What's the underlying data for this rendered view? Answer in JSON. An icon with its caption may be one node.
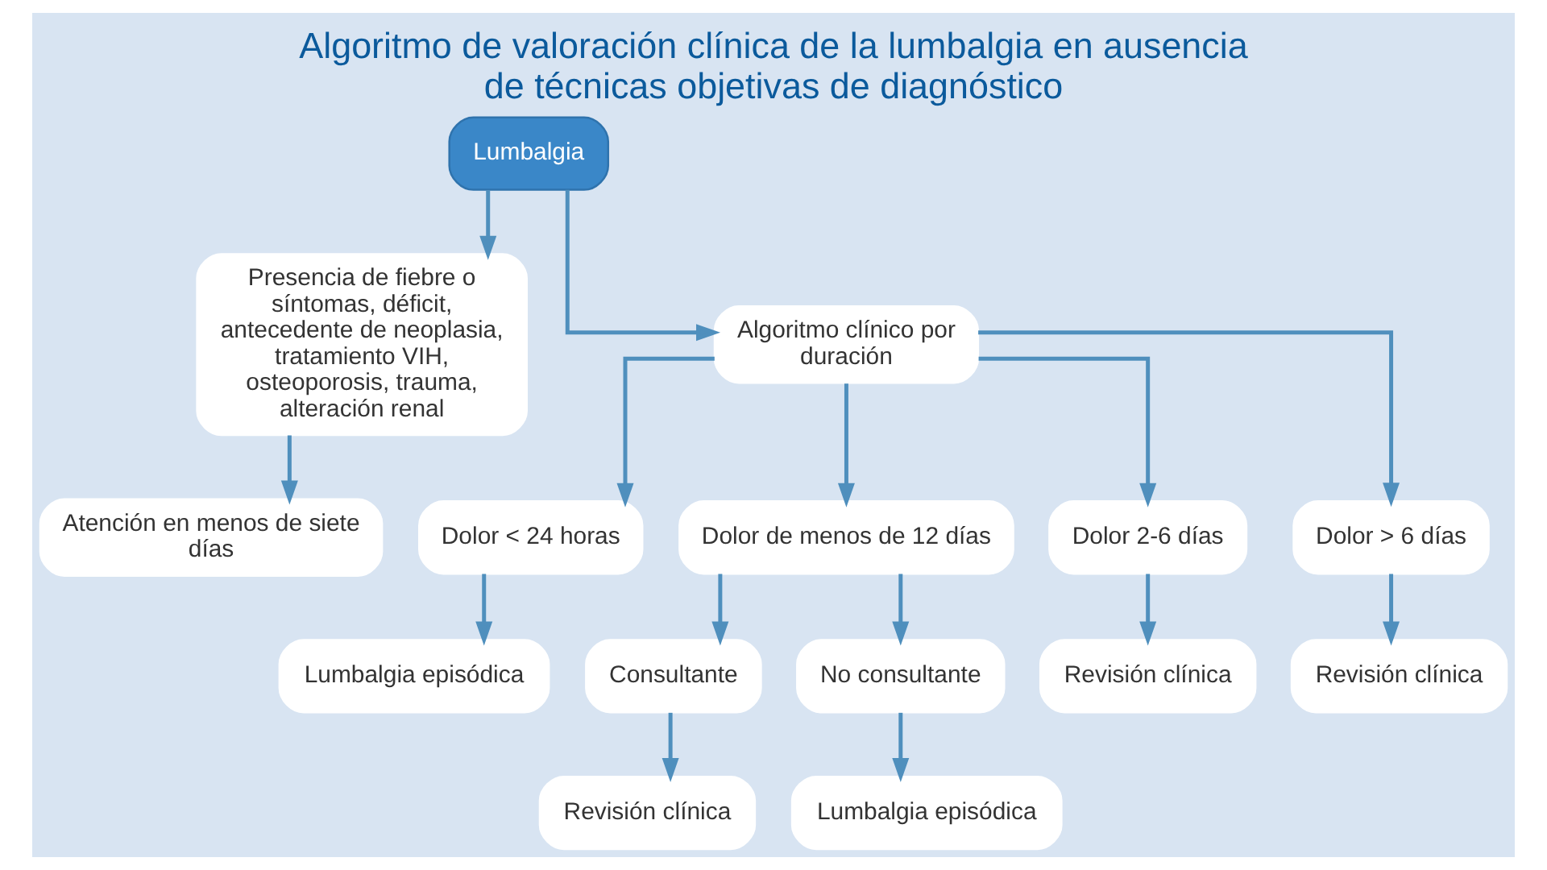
{
  "diagram": {
    "title": "Algoritmo de valoración clínica de la lumbalgia en ausencia de técnicas objetivas de diagnóstico",
    "nodes": [
      {
        "text": [
          "Lumbalgia"
        ]
      },
      {
        "text": [
          "Presencia de fiebre o síntomas, déficit, antecedente de neoplasia, tratamiento VIH, osteoporosis, trauma, alteración renal"
        ]
      },
      {
        "text": [
          "Algoritmo clínico por duración"
        ]
      },
      {
        "text": [
          "Atención en menos de siete días"
        ]
      },
      {
        "text": [
          "Dolor < 24 horas"
        ]
      },
      {
        "text": [
          "Dolor de menos de 12 días"
        ]
      },
      {
        "text": [
          "Dolor 2-6 días"
        ]
      },
      {
        "text": [
          "Dolor > 6 días"
        ]
      },
      {
        "text": [
          "Lumbalgia episódica"
        ]
      },
      {
        "text": [
          "Consultante"
        ]
      },
      {
        "text": [
          "No consultante"
        ]
      },
      {
        "text": [
          "Revisión clínica"
        ]
      },
      {
        "text": [
          "Revisión clínica"
        ]
      },
      {
        "text": [
          "Revisión clínica"
        ]
      },
      {
        "text": [
          "Lumbalgia episódica"
        ]
      }
    ],
    "edges": [
      {
        "from": 0,
        "to": 1,
        "arrow": "to"
      },
      {
        "from": 0,
        "to": 2,
        "arrow": "to"
      },
      {
        "from": 1,
        "to": 3,
        "arrow": "to"
      },
      {
        "from": 2,
        "to": 4,
        "arrow": "to"
      },
      {
        "from": 2,
        "to": 5,
        "arrow": "to"
      },
      {
        "from": 2,
        "to": 6,
        "arrow": "to"
      },
      {
        "from": 2,
        "to": 7,
        "arrow": "to"
      },
      {
        "from": 4,
        "to": 8,
        "arrow": "to"
      },
      {
        "from": 5,
        "to": 9,
        "arrow": "to"
      },
      {
        "from": 5,
        "to": 10,
        "arrow": "to"
      },
      {
        "from": 6,
        "to": 11,
        "arrow": "to"
      },
      {
        "from": 7,
        "to": 12,
        "arrow": "to"
      },
      {
        "from": 9,
        "to": 13,
        "arrow": "to"
      },
      {
        "from": 10,
        "to": 14,
        "arrow": "to"
      }
    ]
  }
}
